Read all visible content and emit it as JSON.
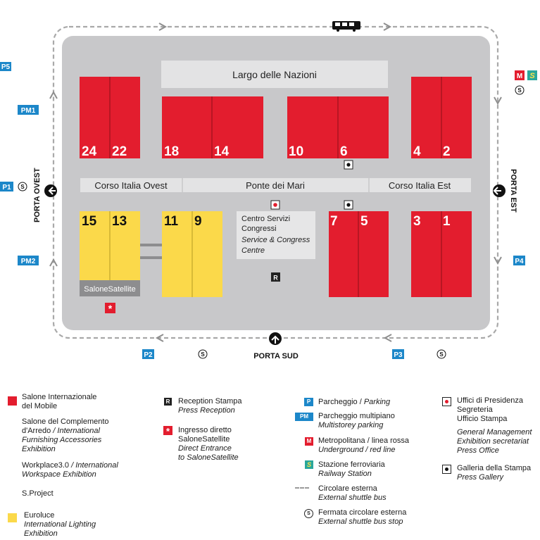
{
  "map": {
    "plaza": "Largo delle Nazioni",
    "streets": {
      "west": "Corso Italia Ovest",
      "center": "Ponte dei Mari",
      "east": "Corso Italia Est"
    },
    "halls_top": [
      "24",
      "22",
      "18",
      "14",
      "10",
      "6",
      "4",
      "2"
    ],
    "halls_bottom": [
      "15",
      "13",
      "11",
      "9",
      "7",
      "5",
      "3",
      "1"
    ],
    "satellite_label": "SaloneSatellite",
    "service_centre": {
      "line1": "Centro Servizi",
      "line2": "Congressi",
      "line3": "Service & Congress",
      "line4": "Centre"
    },
    "reception_marker": "R",
    "gates": {
      "west": "PORTA OVEST",
      "east": "PORTA EST",
      "south": "PORTA SUD"
    },
    "parking": {
      "p5": "P5",
      "pm1": "PM1",
      "p1": "P1",
      "pm2": "PM2",
      "p2": "P2",
      "p3": "P3",
      "p4": "P4"
    },
    "metro_badge": "M",
    "rail_badge": "S",
    "stop_badge": "S",
    "colors": {
      "exhibition": "#e31d2e",
      "euroluce": "#fbd94a",
      "ground": "#c8c8ca",
      "street": "#e3e3e4",
      "parking": "#1c87c9",
      "rail": "#2aa79b"
    }
  },
  "legend": {
    "col1": {
      "red_1": "Salone Internazionale",
      "red_2": "del Mobile",
      "complemento_1": "Salone del Complemento",
      "complemento_2a": "d'Arredo",
      "complemento_2b": "/ International",
      "complemento_3": "Furnishing Accessories",
      "complemento_4": "Exhibition",
      "workplace_1a": "Workplace3.0",
      "workplace_1b": "/ International",
      "workplace_2": "Workspace Exhibition",
      "sproject": "S.Project",
      "yellow_1": "Euroluce",
      "yellow_2": "International Lighting",
      "yellow_3": "Exhibition"
    },
    "col2": {
      "reception_1": "Reception Stampa",
      "reception_2": "Press Reception",
      "direct_1": "Ingresso diretto",
      "direct_2": "SaloneSatellite",
      "direct_3": "Direct Entrance",
      "direct_4": "to SaloneSatellite"
    },
    "col3": {
      "parking_badge": "P",
      "parking_1": "Parcheggio /",
      "parking_2": "Parking",
      "multi_badge": "PM",
      "multi_1": "Parcheggio multipiano",
      "multi_2": "Multistorey parking",
      "metro_1": "Metropolitana / linea rossa",
      "metro_2": "Underground / red line",
      "rail_1": "Stazione ferroviaria",
      "rail_2": "Railway Station",
      "bus_1": "Circolare esterna",
      "bus_2": "External shuttle bus",
      "stop_1": "Fermata circolare esterna",
      "stop_2": "External shuttle bus stop"
    },
    "col4": {
      "pres_1": "Uffici di Presidenza",
      "pres_2": "Segreteria",
      "pres_3": "Ufficio Stampa",
      "pres_4": "General Management",
      "pres_5": "Exhibition secretariat",
      "pres_6": "Press Office",
      "gallery_1": "Galleria della Stampa",
      "gallery_2": "Press Gallery"
    }
  }
}
